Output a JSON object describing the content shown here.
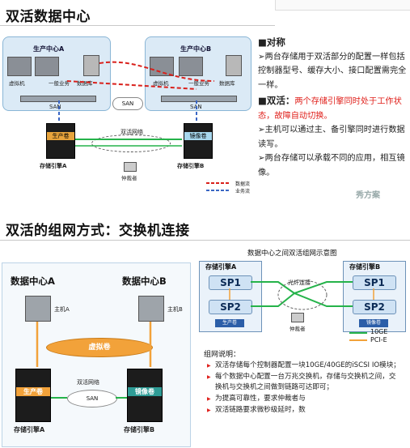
{
  "top": {
    "title": "双活数据中心",
    "dc_a_label": "生产中心A",
    "dc_b_label": "生产中心B",
    "vm_label_a": "虚拟机",
    "gen_label_a": "一般业务",
    "db_label_a": "数据库",
    "vm_label_b": "虚拟机",
    "gen_label_b": "一般业务",
    "db_label_b": "数据库",
    "san_a": "SAN",
    "san_mid": "SAN",
    "san_b": "SAN",
    "vol_a": "生产卷",
    "vol_b": "镜像卷",
    "engine_a": "存储引擎A",
    "engine_b": "存储引擎B",
    "net_label": "双活网络",
    "arbiter": "仲裁者",
    "legend_data": "数据流",
    "legend_business": "业务流",
    "right_text": {
      "h1": "■对称",
      "p1": "➢两台存储用于双活部分的配置一样包括控制器型号、缓存大小、接口配置需完全一样。",
      "h2": "■双活：",
      "h2_red": "两个存储引擎同时处于工作状态，故障自动切换。",
      "p2": "➢主机可以通过主、备引擎同时进行数据读写。",
      "p3": "➢两台存储可以承载不同的应用，相互镜像。"
    },
    "watermark": "秀方案"
  },
  "bottom": {
    "title": "双活的组网方式：交换机连接",
    "dc_a": "数据中心A",
    "dc_b": "数据中心B",
    "host_a": "主机A",
    "host_b": "主机B",
    "virtual_vol": "虚拟卷",
    "net_label": "双活网络",
    "san": "SAN",
    "vol_a": "生产卷",
    "vol_b": "镜像卷",
    "engine_a": "存储引擎A",
    "engine_b": "存储引擎B",
    "schema_title": "数据中心之间双活组网示意图",
    "schema_engine_a": "存储引擎A",
    "schema_engine_b": "存储引擎B",
    "sp1_a": "SP1",
    "sp2_a": "SP2",
    "sp1_b": "SP1",
    "sp2_b": "SP2",
    "fiber": "光纤连接",
    "schema_vol_a": "生产卷",
    "schema_vol_b": "镜像卷",
    "schema_arbiter": "仲裁者",
    "legend_10ge": "10GE",
    "legend_pcie": "PCI-E",
    "notes_title": "组网说明：",
    "notes": [
      "双活存储每个控制器配置一块10GE/40GE的iSCSI IO模块；",
      "每个数据中心配置一台万兆交换机，存储与交换机之间，交换机与交换机之间做到链路可达即可；",
      "为提高可靠性，要求仲裁者与",
      "双活链路要求微秒级延时，数"
    ]
  }
}
